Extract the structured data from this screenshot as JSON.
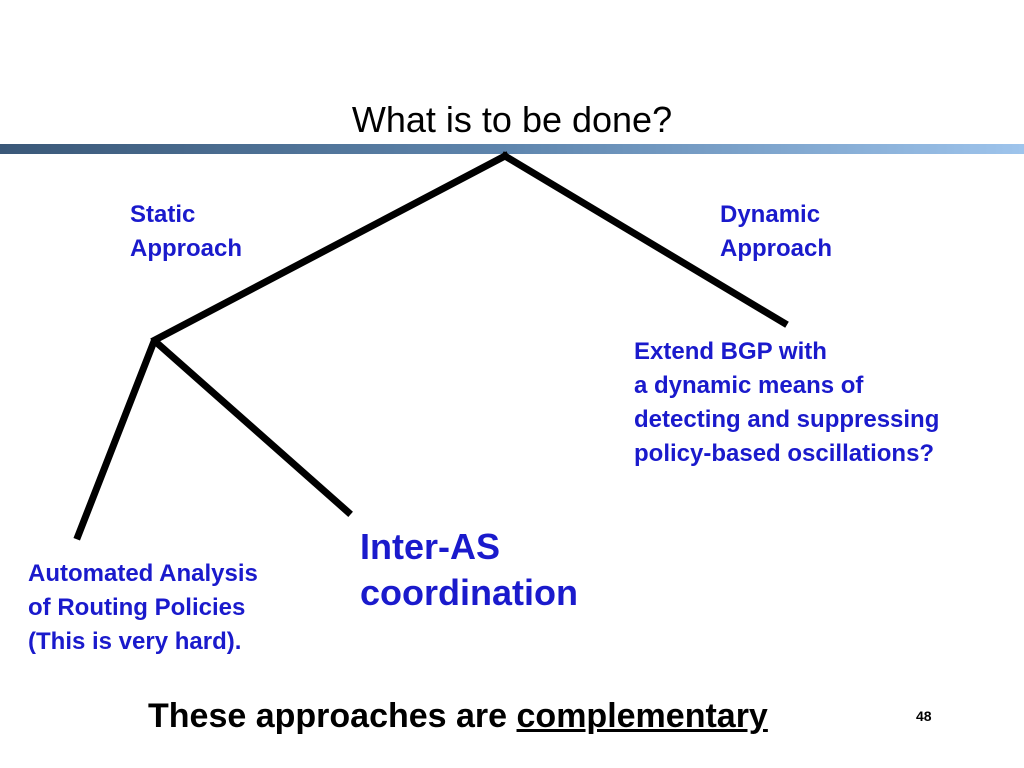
{
  "slide": {
    "title": "What is to be done?",
    "page_number": "48"
  },
  "theme": {
    "accent_color": "#1a1acc",
    "bar_gradient": [
      "#3a5878",
      "#5f86ae",
      "#9ec4ec"
    ],
    "line_color": "#000000"
  },
  "diagram": {
    "static_approach": [
      "Static",
      "Approach"
    ],
    "dynamic_approach": [
      "Dynamic",
      "Approach"
    ],
    "dynamic_leaf": [
      "Extend BGP with",
      "a dynamic means of",
      "detecting and suppressing",
      "policy-based oscillations?"
    ],
    "static_leaf_analysis": [
      "Automated Analysis",
      "of Routing Policies",
      "(This is very hard)."
    ],
    "static_leaf_coordination": [
      "Inter-AS",
      "coordination"
    ]
  },
  "footer": {
    "prefix": "These approaches are ",
    "emphasis": "complementary"
  }
}
